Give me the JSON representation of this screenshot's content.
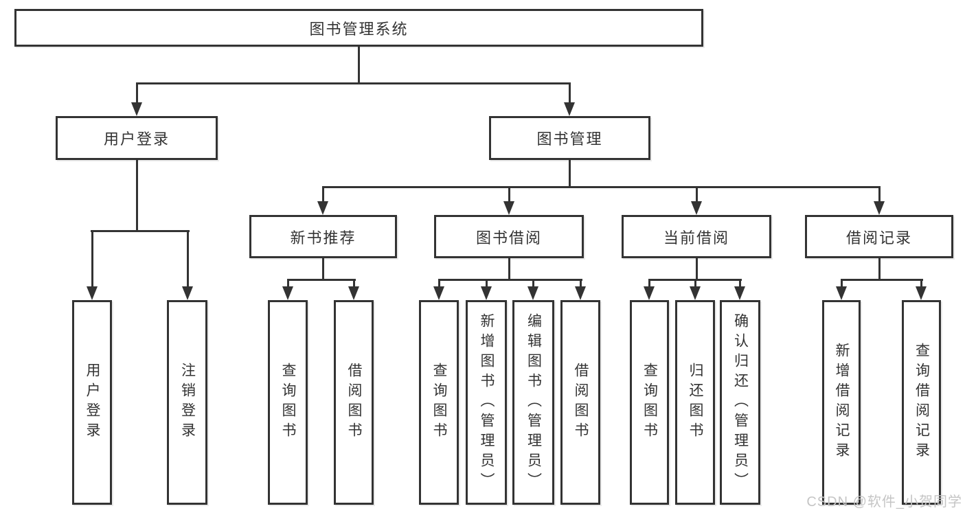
{
  "diagram": {
    "root": {
      "label": "图书管理系统"
    },
    "level2": [
      {
        "label": "用户登录"
      },
      {
        "label": "图书管理"
      }
    ],
    "level3": [
      {
        "label": "新书推荐"
      },
      {
        "label": "图书借阅"
      },
      {
        "label": "当前借阅"
      },
      {
        "label": "借阅记录"
      }
    ],
    "leaves": [
      {
        "group": "用户登录",
        "label": "用户登录"
      },
      {
        "group": "用户登录",
        "label": "注销登录"
      },
      {
        "group": "新书推荐",
        "label": "查询图书"
      },
      {
        "group": "新书推荐",
        "label": "借阅图书"
      },
      {
        "group": "图书借阅",
        "label": "查询图书"
      },
      {
        "group": "图书借阅",
        "label": "新增图书（管理员）"
      },
      {
        "group": "图书借阅",
        "label": "编辑图书（管理员）"
      },
      {
        "group": "图书借阅",
        "label": "借阅图书"
      },
      {
        "group": "当前借阅",
        "label": "查询图书"
      },
      {
        "group": "当前借阅",
        "label": "归还图书"
      },
      {
        "group": "当前借阅",
        "label": "确认归还（管理员）"
      },
      {
        "group": "借阅记录",
        "label": "新增借阅记录"
      },
      {
        "group": "借阅记录",
        "label": "查询借阅记录"
      }
    ]
  },
  "watermark": {
    "text": "CSDN @软件_小贺同学"
  },
  "colors": {
    "line": "#333333",
    "text": "#333333",
    "box_background": "#ffffff",
    "page_background": "#ffffff",
    "watermark": "#c5c5c5"
  }
}
